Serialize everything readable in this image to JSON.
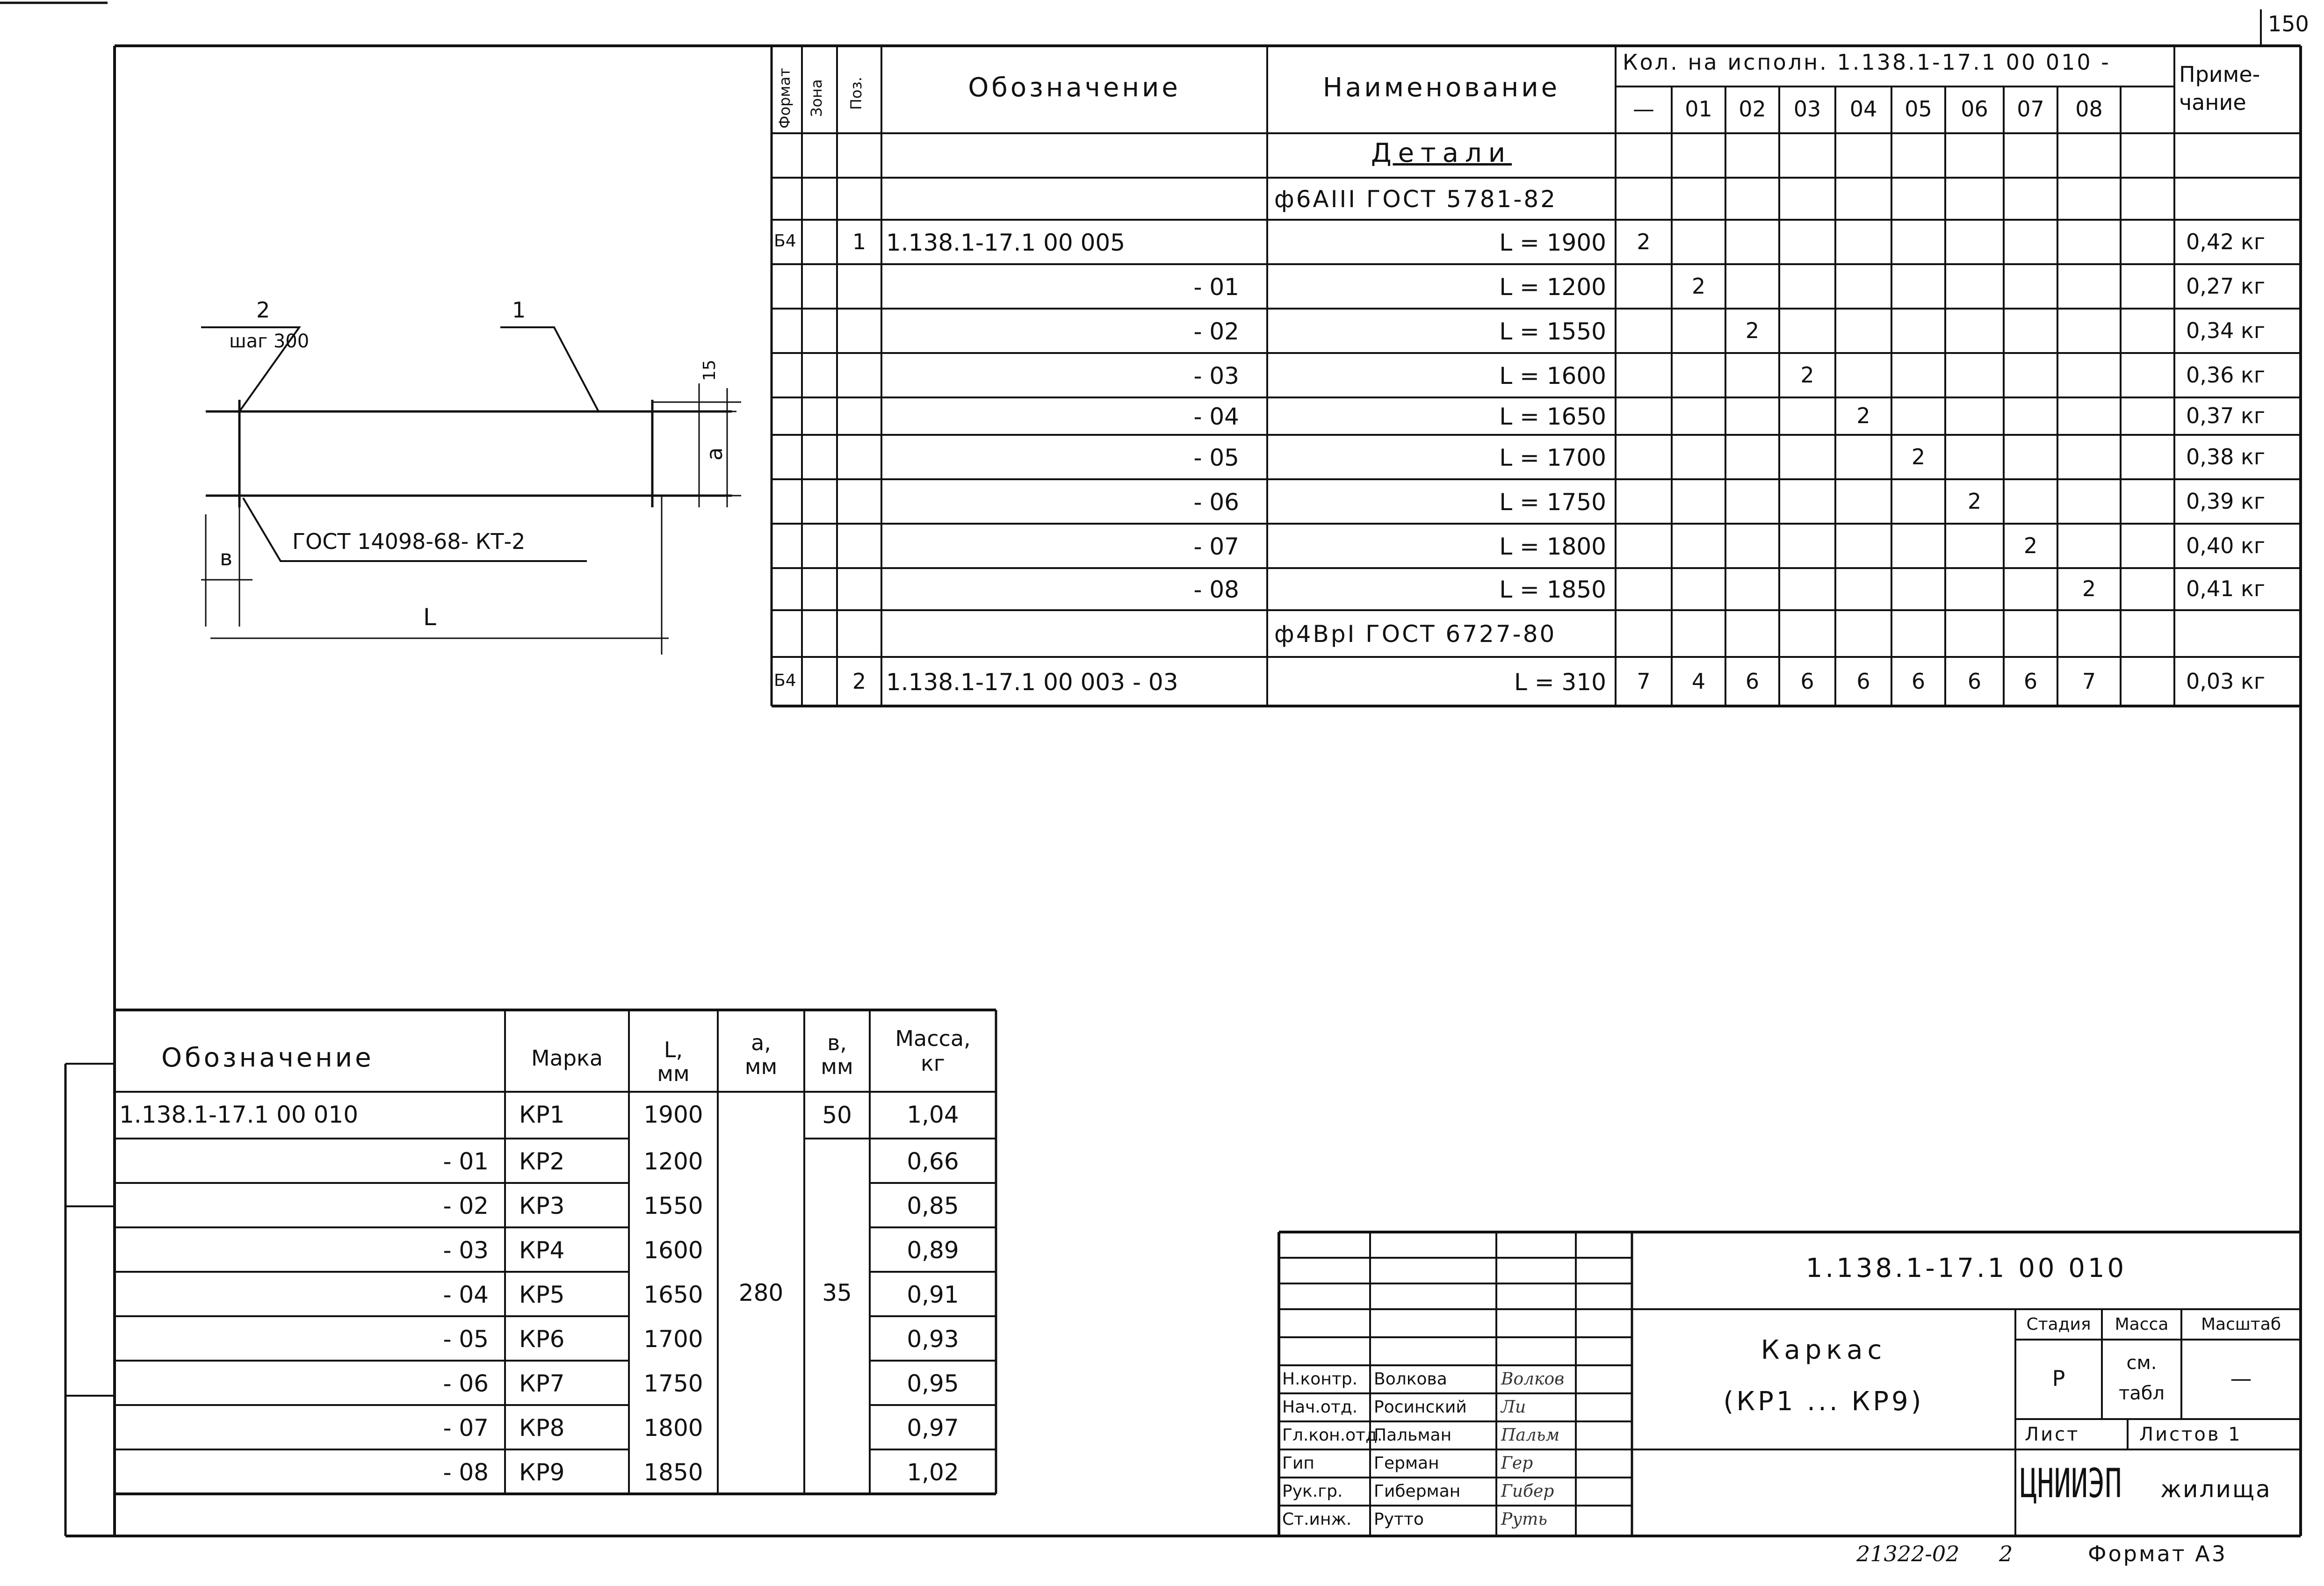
{
  "sheet_number": "150",
  "spec": {
    "headers": {
      "format": "Формат",
      "zone": "Зона",
      "pos": "Поз.",
      "designation": "Обозначение",
      "name": "Наименование",
      "qty_title": "Кол. на исполн. 1.138.1-17.1 00 010 -",
      "qty_columns": [
        "—",
        "01",
        "02",
        "03",
        "04",
        "05",
        "06",
        "07",
        "08",
        ""
      ],
      "note": "Приме-\nчание"
    },
    "section": "Детали",
    "rows": [
      {
        "format": "",
        "pos": "",
        "designation": "",
        "name": "ф6АIII  ГОСТ 5781-82",
        "name_align": "left",
        "qty": [
          "",
          "",
          "",
          "",
          "",
          "",
          "",
          "",
          "",
          ""
        ],
        "note": ""
      },
      {
        "format": "Б4",
        "pos": "1",
        "designation": "1.138.1-17.1 00 005",
        "name": "L = 1900",
        "name_align": "right",
        "qty": [
          "2",
          "",
          "",
          "",
          "",
          "",
          "",
          "",
          "",
          ""
        ],
        "note": "0,42 кг"
      },
      {
        "format": "",
        "pos": "",
        "designation": "- 01",
        "name": "L = 1200",
        "name_align": "right",
        "qty": [
          "",
          "2",
          "",
          "",
          "",
          "",
          "",
          "",
          "",
          ""
        ],
        "note": "0,27 кг"
      },
      {
        "format": "",
        "pos": "",
        "designation": "- 02",
        "name": "L = 1550",
        "name_align": "right",
        "qty": [
          "",
          "",
          "2",
          "",
          "",
          "",
          "",
          "",
          "",
          ""
        ],
        "note": "0,34 кг"
      },
      {
        "format": "",
        "pos": "",
        "designation": "- 03",
        "name": "L = 1600",
        "name_align": "right",
        "qty": [
          "",
          "",
          "",
          "2",
          "",
          "",
          "",
          "",
          "",
          ""
        ],
        "note": "0,36 кг"
      },
      {
        "format": "",
        "pos": "",
        "designation": "- 04",
        "name": "L = 1650",
        "name_align": "right",
        "qty": [
          "",
          "",
          "",
          "",
          "2",
          "",
          "",
          "",
          "",
          ""
        ],
        "note": "0,37 кг"
      },
      {
        "format": "",
        "pos": "",
        "designation": "- 05",
        "name": "L = 1700",
        "name_align": "right",
        "qty": [
          "",
          "",
          "",
          "",
          "",
          "2",
          "",
          "",
          "",
          ""
        ],
        "note": "0,38 кг"
      },
      {
        "format": "",
        "pos": "",
        "designation": "- 06",
        "name": "L = 1750",
        "name_align": "right",
        "qty": [
          "",
          "",
          "",
          "",
          "",
          "",
          "2",
          "",
          "",
          ""
        ],
        "note": "0,39 кг"
      },
      {
        "format": "",
        "pos": "",
        "designation": "- 07",
        "name": "L = 1800",
        "name_align": "right",
        "qty": [
          "",
          "",
          "",
          "",
          "",
          "",
          "",
          "2",
          "",
          ""
        ],
        "note": "0,40 кг"
      },
      {
        "format": "",
        "pos": "",
        "designation": "- 08",
        "name": "L = 1850",
        "name_align": "right",
        "qty": [
          "",
          "",
          "",
          "",
          "",
          "",
          "",
          "",
          "2",
          ""
        ],
        "note": "0,41 кг"
      },
      {
        "format": "",
        "pos": "",
        "designation": "",
        "name": "ф4ВрI  ГОСТ 6727-80",
        "name_align": "left",
        "qty": [
          "",
          "",
          "",
          "",
          "",
          "",
          "",
          "",
          "",
          ""
        ],
        "note": ""
      },
      {
        "format": "Б4",
        "pos": "2",
        "designation": "1.138.1-17.1 00 003 - 03",
        "name": "L = 310",
        "name_align": "right",
        "qty": [
          "7",
          "4",
          "6",
          "6",
          "6",
          "6",
          "6",
          "6",
          "7",
          ""
        ],
        "note": "0,03 кг"
      }
    ]
  },
  "drawing": {
    "leader_top_label": "2",
    "pitch_label": "шаг 300",
    "leader_bar_label": "1",
    "dim_15": "15",
    "dim_a": "a",
    "dim_b": "в",
    "dim_L": "L",
    "weld_label": "ГОСТ 14098-68- КТ-2"
  },
  "marks": {
    "headers": {
      "designation": "Обозначение",
      "mark": "Марка",
      "L": "L,\nмм",
      "a": "a,\nмм",
      "b": "в,\nмм",
      "mass": "Масса,\nкг"
    },
    "a_merged": "280",
    "b_first": "50",
    "b_merged": "35",
    "rows": [
      {
        "designation": "1.138.1-17.1 00 010",
        "mark": "КР1",
        "L": "1900",
        "mass": "1,04"
      },
      {
        "designation": "- 01",
        "mark": "КР2",
        "L": "1200",
        "mass": "0,66"
      },
      {
        "designation": "- 02",
        "mark": "КР3",
        "L": "1550",
        "mass": "0,85"
      },
      {
        "designation": "- 03",
        "mark": "КР4",
        "L": "1600",
        "mass": "0,89"
      },
      {
        "designation": "- 04",
        "mark": "КР5",
        "L": "1650",
        "mass": "0,91"
      },
      {
        "designation": "- 05",
        "mark": "КР6",
        "L": "1700",
        "mass": "0,93"
      },
      {
        "designation": "- 06",
        "mark": "КР7",
        "L": "1750",
        "mass": "0,95"
      },
      {
        "designation": "- 07",
        "mark": "КР8",
        "L": "1800",
        "mass": "0,97"
      },
      {
        "designation": "- 08",
        "mark": "КР9",
        "L": "1850",
        "mass": "1,02"
      }
    ]
  },
  "title_block": {
    "code": "1.138.1-17.1 00 010",
    "title_line1": "Каркас",
    "title_line2": "(КР1 ... КР9)",
    "stage_label": "Стадия",
    "mass_label": "Масса",
    "scale_label": "Масштаб",
    "stage_value": "Р",
    "mass_value_1": "см.",
    "mass_value_2": "табл",
    "scale_value": "—",
    "sheet_label": "Лист",
    "sheets_label": "Листов 1",
    "org_logo": "ЦНИИЭП",
    "org_rest": "жилища",
    "staff": [
      {
        "role": "Н.контр.",
        "name": "Волкова",
        "sig": "Волков"
      },
      {
        "role": "Нач.отд.",
        "name": "Росинский",
        "sig": "Ли"
      },
      {
        "role": "Гл.кон.отд.",
        "name": "Пальман",
        "sig": "Пальм"
      },
      {
        "role": "Гип",
        "name": "Герман",
        "sig": "Гер"
      },
      {
        "role": "Рук.гр.",
        "name": "Гиберман",
        "sig": "Гибер"
      },
      {
        "role": "Ст.инж.",
        "name": "Рутто",
        "sig": "Руть"
      }
    ]
  },
  "footer": {
    "inventory": "21322-02",
    "page": "2",
    "format": "Формат А3"
  }
}
